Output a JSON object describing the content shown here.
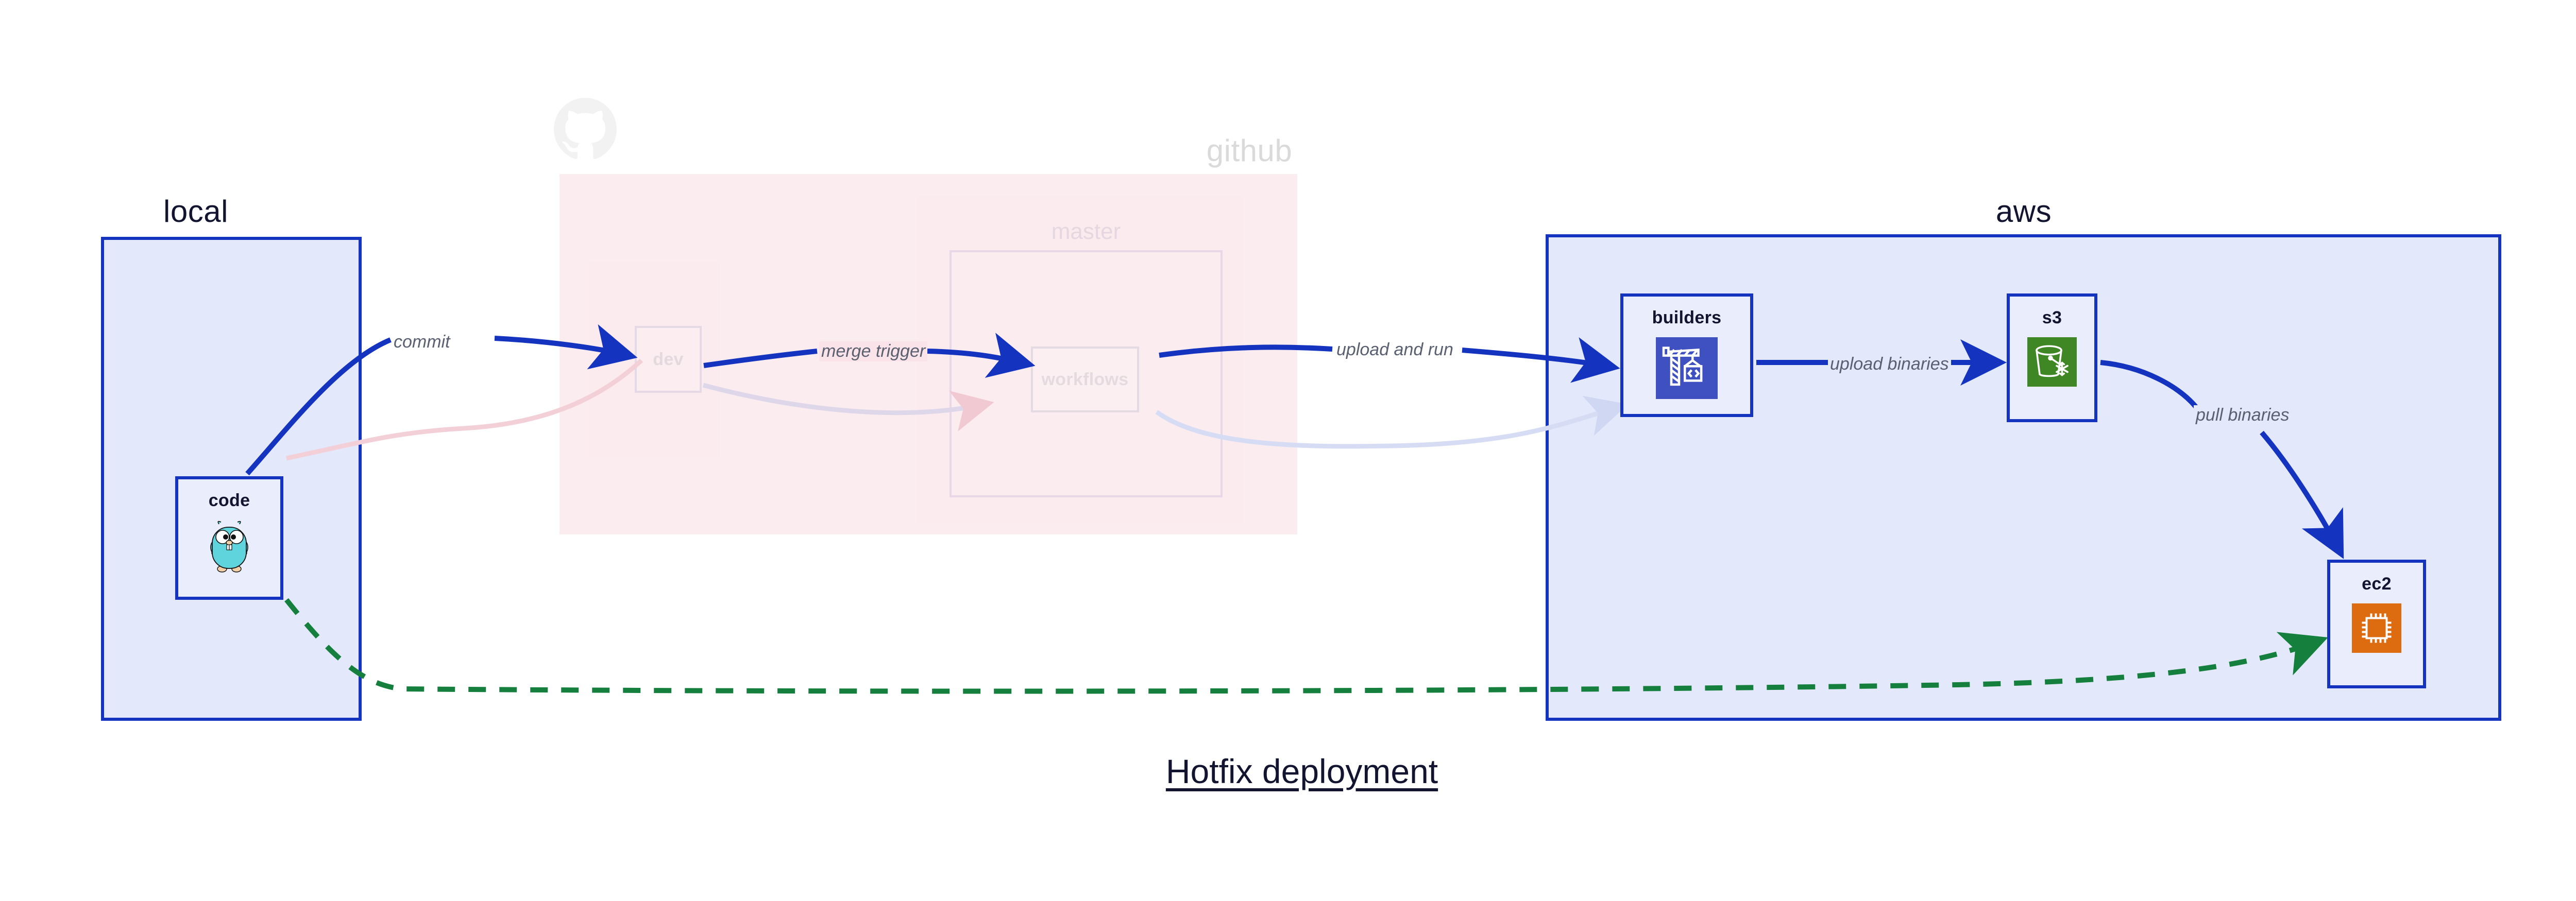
{
  "diagram": {
    "title": "Hotfix deployment",
    "colors": {
      "group_border": "#1434c0",
      "group_fill": "#e3e8fb",
      "github_fill": "#fae4e9",
      "node_fill": "#eaeefc",
      "edge_solid": "#1434c0",
      "edge_dashed": "#15803d",
      "edge_label": "#5a6070",
      "text": "#121430",
      "builders_icon": "#3f51c0",
      "s3_icon": "#3f8624",
      "ec2_icon": "#dd6b10",
      "gopher_body": "#5fd4dd"
    },
    "groups": [
      {
        "id": "local",
        "label": "local",
        "faded": false
      },
      {
        "id": "github",
        "label": "github",
        "faded": true
      },
      {
        "id": "aws",
        "label": "aws",
        "faded": false
      }
    ],
    "nodes": [
      {
        "id": "code",
        "label": "code",
        "icon": "go-gopher-icon",
        "group": "local",
        "faded": false
      },
      {
        "id": "dev",
        "label": "dev",
        "icon": "none",
        "group": "github",
        "faded": true
      },
      {
        "id": "master",
        "label": "master",
        "icon": "none",
        "group": "github",
        "faded": true
      },
      {
        "id": "workflows",
        "label": "workflows",
        "icon": "none",
        "group": "github",
        "faded": true
      },
      {
        "id": "builders",
        "label": "builders",
        "icon": "crane-code-icon",
        "group": "aws",
        "faded": false
      },
      {
        "id": "s3",
        "label": "s3",
        "icon": "bucket-snowflake-icon",
        "group": "aws",
        "faded": false
      },
      {
        "id": "ec2",
        "label": "ec2",
        "icon": "cpu-chip-icon",
        "group": "aws",
        "faded": false
      }
    ],
    "edges": [
      {
        "id": "commit",
        "label": "commit",
        "from": "code",
        "to": "dev",
        "style": "solid",
        "color": "#1434c0",
        "faded": false
      },
      {
        "id": "merge",
        "label": "merge trigger",
        "from": "dev",
        "to": "workflows",
        "style": "solid",
        "color": "#1434c0",
        "faded": false
      },
      {
        "id": "uploadrun",
        "label": "upload and run",
        "from": "workflows",
        "to": "builders",
        "style": "solid",
        "color": "#1434c0",
        "faded": false
      },
      {
        "id": "uploadbin",
        "label": "upload binaries",
        "from": "builders",
        "to": "s3",
        "style": "solid",
        "color": "#1434c0",
        "faded": false
      },
      {
        "id": "pullbin",
        "label": "pull binaries",
        "from": "s3",
        "to": "ec2",
        "style": "solid",
        "color": "#1434c0",
        "faded": false
      },
      {
        "id": "hotfix",
        "label": "",
        "from": "code",
        "to": "ec2",
        "style": "dashed",
        "color": "#15803d",
        "faded": false
      }
    ],
    "github_mark": "github-octocat-icon"
  }
}
